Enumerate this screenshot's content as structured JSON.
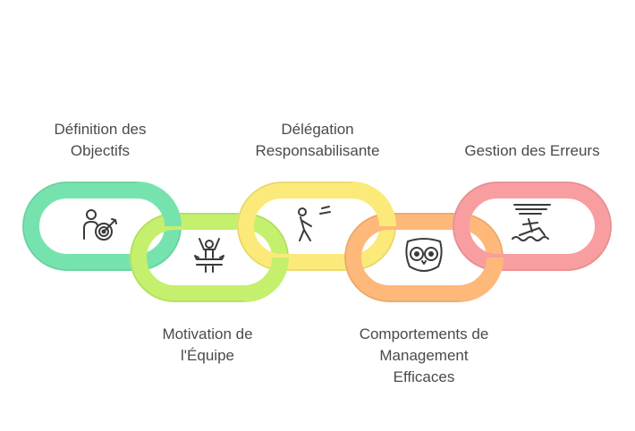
{
  "links": [
    {
      "name": "link-definition-objectifs",
      "label_lines": [
        "Définition des",
        "Objectifs"
      ],
      "label_position": "top",
      "color": "#76e3ae",
      "icon": "person-target-icon"
    },
    {
      "name": "link-motivation-equipe",
      "label_lines": [
        "Motivation de",
        "l'Équipe"
      ],
      "label_position": "bottom",
      "color": "#c4f06e",
      "icon": "celebrating-person-icon"
    },
    {
      "name": "link-delegation-responsabilisante",
      "label_lines": [
        "Délégation",
        "Responsabilisante"
      ],
      "label_position": "top",
      "color": "#fbea7a",
      "icon": "falling-person-icon"
    },
    {
      "name": "link-comportements-management",
      "label_lines": [
        "Comportements de",
        "Management",
        "Efficaces"
      ],
      "label_position": "bottom",
      "color": "#fdb87a",
      "icon": "owl-eyes-icon"
    },
    {
      "name": "link-gestion-erreurs",
      "label_lines": [
        "Gestion des Erreurs"
      ],
      "label_position": "top",
      "color": "#f99ea0",
      "icon": "sinking-ship-icon"
    }
  ],
  "colors": {
    "text": "#4a4a4a",
    "icon_stroke": "#3a3a3a",
    "link_inner": "#ffffff"
  }
}
